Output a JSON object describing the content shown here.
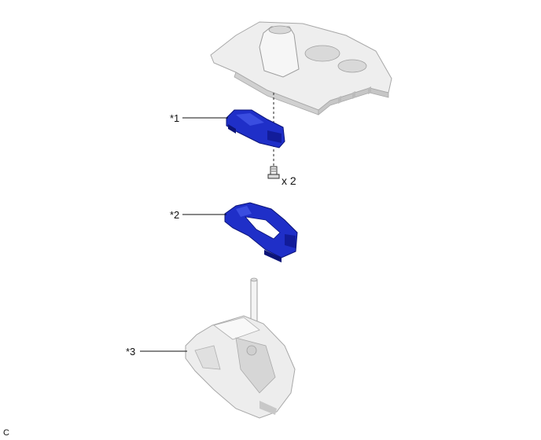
{
  "callouts": {
    "item1": "*1",
    "item2": "*2",
    "item3": "*3"
  },
  "screw_quantity": "x 2",
  "corner_code": "C",
  "colors": {
    "highlight_part": "#1f2fc8",
    "highlight_dark": "#0c1478",
    "context_part": "#e8e8e8",
    "context_shadow": "#bdbdbd",
    "line": "#111111"
  }
}
